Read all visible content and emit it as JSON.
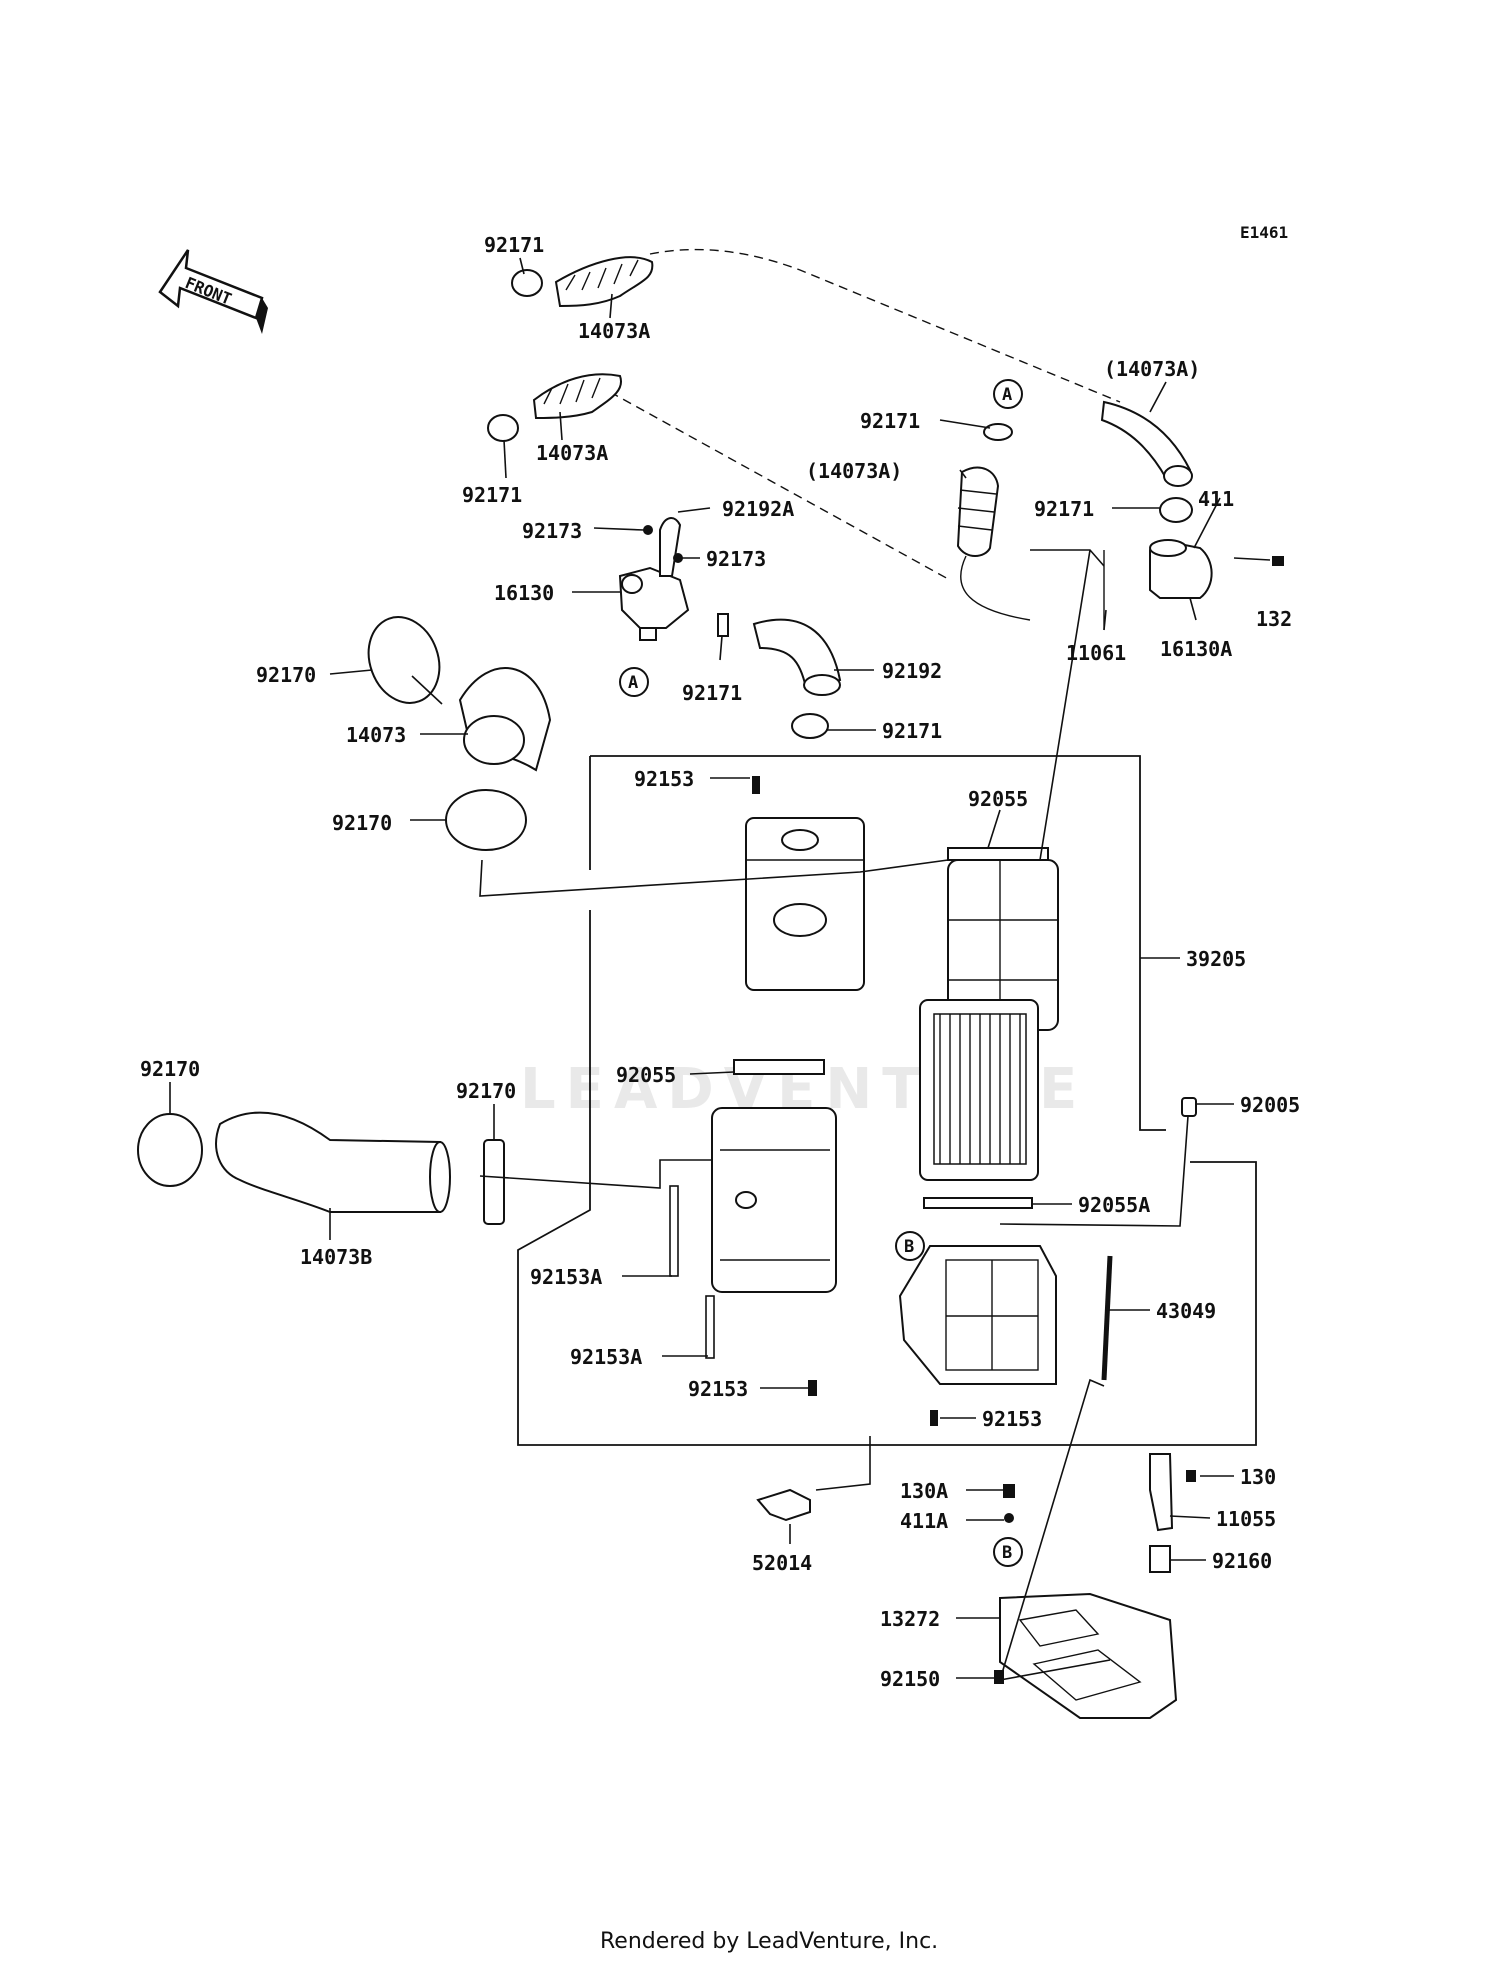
{
  "diagram_ref": "E1461",
  "front_arrow_text": "FRONT",
  "watermark": "LEADVENTURE",
  "footer": "Rendered by LeadVenture, Inc.",
  "callouts": {
    "a1": "A",
    "a2": "A",
    "b1": "B",
    "b2": "B"
  },
  "labels": {
    "l_92171_top": "92171",
    "l_14073A_top": "14073A",
    "l_14073A_paren_right": "(14073A)",
    "l_14073A_mid": "14073A",
    "l_92171_mid_left": "92171",
    "l_92171_center": "92171",
    "l_14073A_paren_center": "(14073A)",
    "l_92192A": "92192A",
    "l_92173_left": "92173",
    "l_92173_right": "92173",
    "l_92171_right": "92171",
    "l_411": "411",
    "l_16130": "16130",
    "l_132": "132",
    "l_11061": "11061",
    "l_16130A": "16130A",
    "l_92170_upper": "92170",
    "l_92171_lower_center": "92171",
    "l_92192": "92192",
    "l_14073": "14073",
    "l_92171_below_92192": "92171",
    "l_92153_top": "92153",
    "l_92055_top": "92055",
    "l_92170_mid": "92170",
    "l_39205": "39205",
    "l_92170_left": "92170",
    "l_92170_center": "92170",
    "l_92055_mid": "92055",
    "l_92005": "92005",
    "l_92055A": "92055A",
    "l_14073B": "14073B",
    "l_92153A_upper": "92153A",
    "l_43049": "43049",
    "l_92153A_lower": "92153A",
    "l_92153_lower_left": "92153",
    "l_92153_lower_right": "92153",
    "l_130A": "130A",
    "l_130": "130",
    "l_411A": "411A",
    "l_11055": "11055",
    "l_52014": "52014",
    "l_92160": "92160",
    "l_13272": "13272",
    "l_92150": "92150"
  }
}
